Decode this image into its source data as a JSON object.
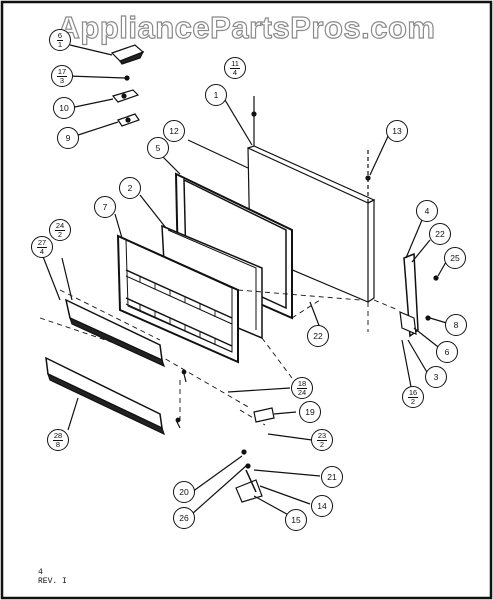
{
  "watermark": "AppliancePartsPros.com",
  "revision": {
    "number": "4",
    "rev": "REV. I"
  },
  "callouts": {
    "p1": "1",
    "p2": "2",
    "p3": "3",
    "p4": "4",
    "p5_num": "5",
    "p5_den": "",
    "p6": "6",
    "p7": "7",
    "p8": "8",
    "p9": "9",
    "p10": "10",
    "p11_num": "11",
    "p11_den": "4",
    "p12": "12",
    "p13": "13",
    "p14": "14",
    "p15": "15",
    "p16_num": "16",
    "p16_den": "2",
    "p17_num": "17",
    "p17_den": "3",
    "p18_num": "18",
    "p18_den": "24",
    "p19": "19",
    "p20": "20",
    "p21": "21",
    "p22a": "22",
    "p22b": "22",
    "p23_num": "23",
    "p23_den": "2",
    "p24_num": "24",
    "p24_den": "2",
    "p25": "25",
    "p26": "26",
    "p27_num": "27",
    "p27_den": "4",
    "p28_num": "28",
    "p28_den": "8",
    "p6top": "6",
    "p1top": "1"
  },
  "colors": {
    "line": "#111111",
    "watermark_stroke": "#8a8a8a",
    "background": "#ffffff"
  }
}
